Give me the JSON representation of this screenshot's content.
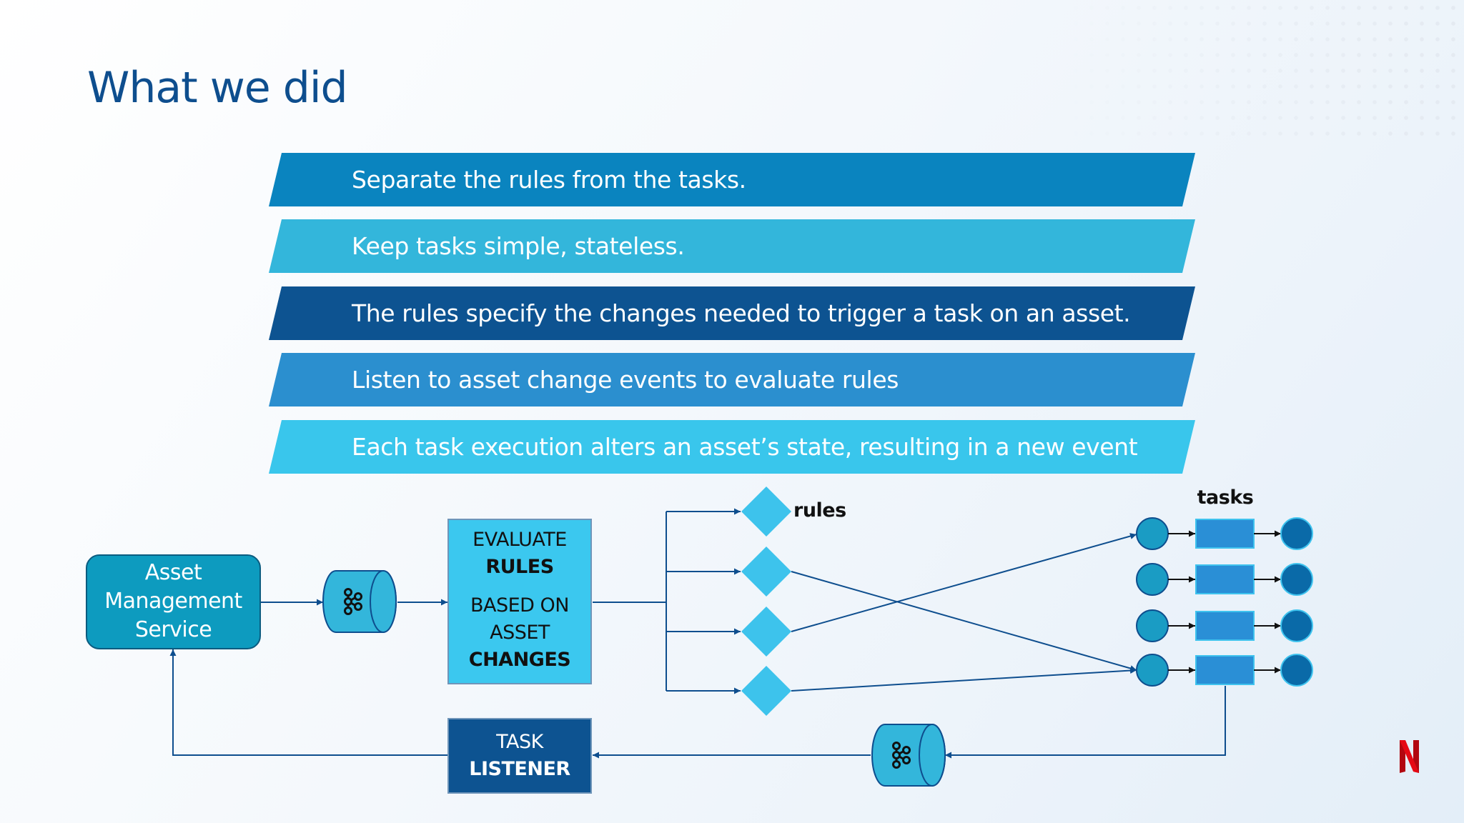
{
  "slide": {
    "title": "What we did",
    "bands": [
      {
        "text": "Separate the rules from the tasks.",
        "color": "#0a84bf"
      },
      {
        "text": "Keep tasks simple, stateless.",
        "color": "#33b6db"
      },
      {
        "text": "The rules specify the changes needed to trigger a task on an asset.",
        "color": "#0d5391"
      },
      {
        "text": "Listen to asset change events to evaluate rules",
        "color": "#2b8fcf"
      },
      {
        "text": "Each task execution alters an asset’s state, resulting in a new event",
        "color": "#39c6ec"
      }
    ]
  },
  "diagram": {
    "asset_service": {
      "line1": "Asset",
      "line2": "Management",
      "line3": "Service"
    },
    "evaluate": {
      "line1": "EVALUATE",
      "line2": "RULES",
      "line3": "BASED ON",
      "line4": "ASSET",
      "line5": "CHANGES"
    },
    "listener": {
      "line1": "TASK",
      "line2": "LISTENER"
    },
    "rules_label": "rules",
    "tasks_label": "tasks",
    "queue_icon": "kafka-icon"
  },
  "brand": {
    "logo": "N",
    "icon": "netflix-logo-icon"
  },
  "colors": {
    "dark_blue": "#0e4e8e",
    "teal": "#0d9bbf",
    "cyan": "#3bc8ef",
    "light_cyan": "#3dc3ec",
    "task_box": "#2a8fd6",
    "end_circle": "#0a6aa8",
    "brand_red": "#e50914",
    "line": "#0e4e8e"
  }
}
